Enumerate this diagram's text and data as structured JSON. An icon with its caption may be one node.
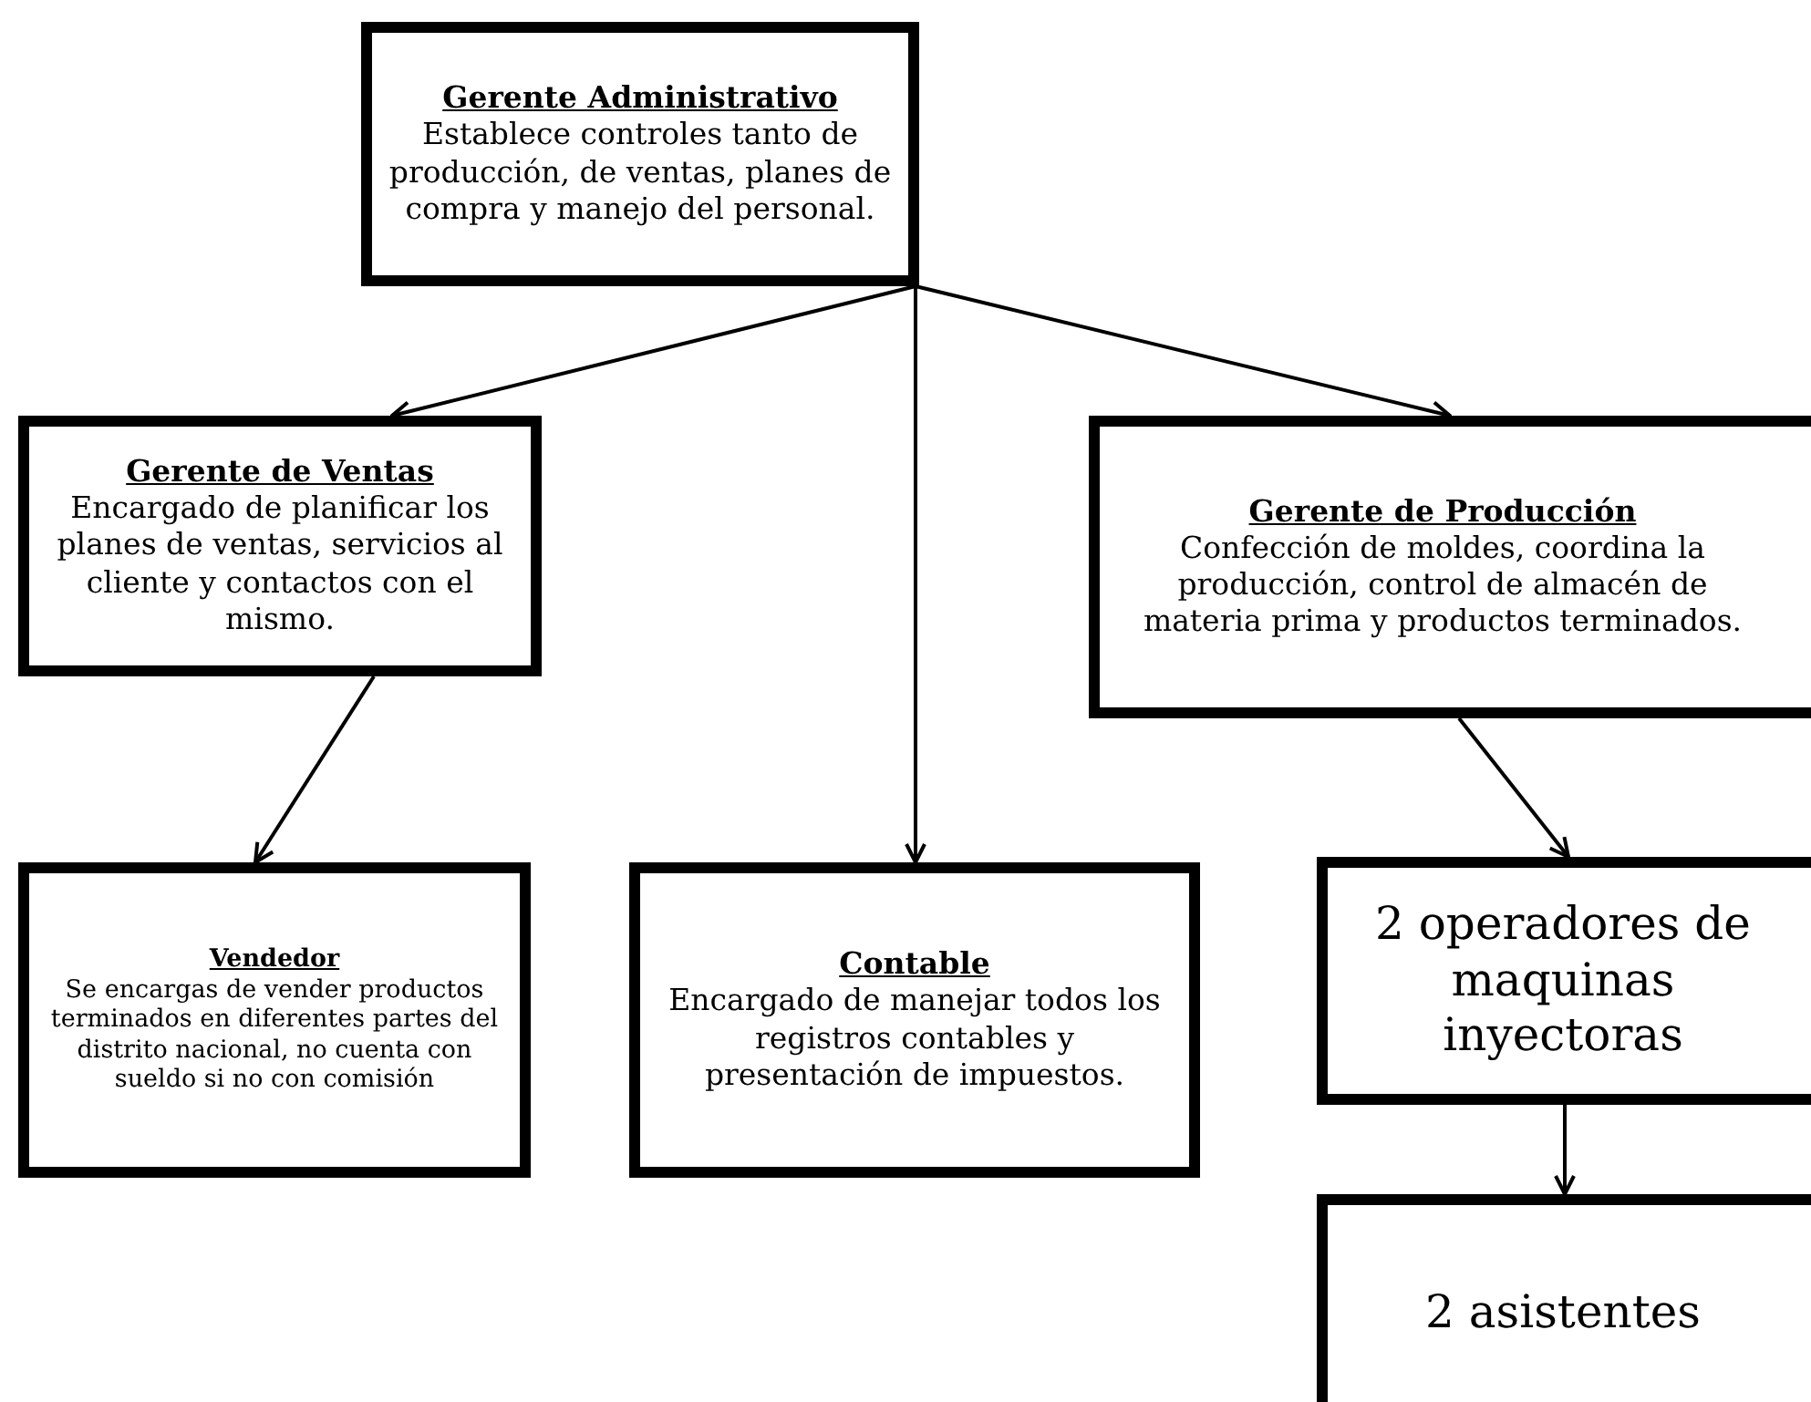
{
  "diagram": {
    "nodes": [
      {
        "text": [
          "Gerente Administrativo",
          "Establece controles tanto de producción, de ventas, planes de compra y manejo del personal."
        ]
      },
      {
        "text": [
          "Gerente de Ventas",
          "Encargado de planificar los planes de ventas, servicios al cliente y contactos con el mismo."
        ]
      },
      {
        "text": [
          "Gerente de Producción",
          "Confección de moldes, coordina la producción, control de almacén de materia prima y productos terminados."
        ]
      },
      {
        "text": [
          "Vendedor",
          "Se encargas de vender productos terminados en diferentes partes del distrito nacional, no cuenta con sueldo si no con comisión"
        ]
      },
      {
        "text": [
          "Contable",
          "Encargado de manejar todos los registros contables y presentación de impuestos."
        ]
      },
      {
        "text": [
          "2 operadores de maquinas inyectoras"
        ]
      },
      {
        "text": [
          "2 asistentes"
        ]
      }
    ],
    "edges": [
      {
        "from": 0,
        "to": 1,
        "arrow": "to"
      },
      {
        "from": 0,
        "to": 4,
        "arrow": "to"
      },
      {
        "from": 0,
        "to": 2,
        "arrow": "to"
      },
      {
        "from": 1,
        "to": 3,
        "arrow": "to"
      },
      {
        "from": 2,
        "to": 5,
        "arrow": "to"
      },
      {
        "from": 5,
        "to": 6,
        "arrow": "to"
      }
    ]
  }
}
